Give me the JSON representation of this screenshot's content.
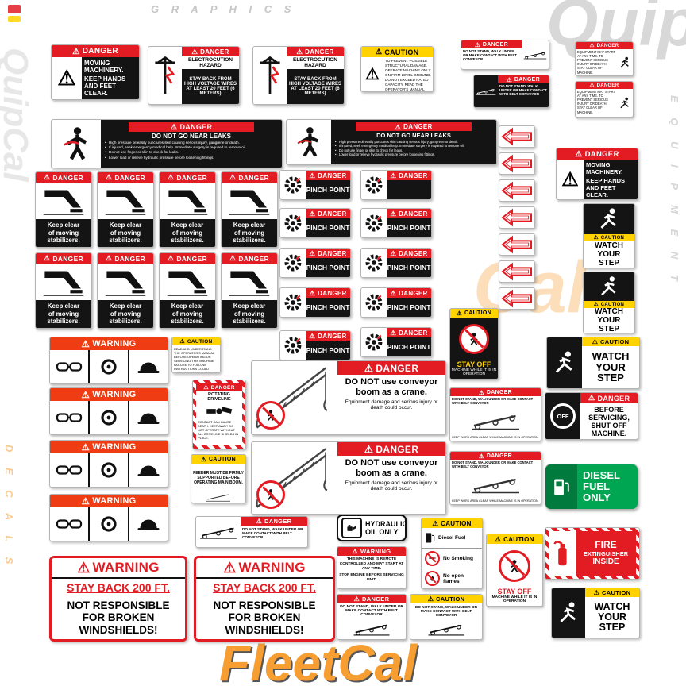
{
  "common": {
    "danger": "DANGER",
    "caution": "CAUTION",
    "warning": "WARNING"
  },
  "icons": {
    "warning_triangle": "⚠"
  },
  "watermarks": {
    "graphics": "G R A P H I C S",
    "quip": "Quip",
    "cal": "Cal",
    "fleetcal": "FleetCal",
    "quipcal": "QuipCal",
    "equipment": "E Q U I P M E N T",
    "decals": "D E C A L S"
  },
  "decals": {
    "moving": {
      "b1": "MOVING MACHINERY.",
      "b2": "KEEP HANDS AND FEET CLEAR."
    },
    "electro": {
      "t": "ELECTROCUTION HAZARD",
      "b": "STAY BACK FROM HIGH VOLTAGE WIRES AT LEAST 20 FEET (6 METERS)"
    },
    "caution_top": {
      "b": "TO PREVENT POSSIBLE STRUCTURAL DAMAGE, OPERATE MACHINE ONLY ON FIRM LEVEL GROUND. DO NOT EXCEED RATED CAPACITY. READ THE OPERATOR'S MANUAL BEFORE OPERATING."
    },
    "belt": {
      "b": "DO NOT STAND, WALK UNDER OR MAKE CONTACT WITH BELT CONVEYOR"
    },
    "equip": {
      "b": "EQUIPMENT MAY START AT ANY TIME. TO PREVENT SERIOUS INJURY OR DEATH, STAY CLEAR OF MACHINE."
    },
    "leaks": {
      "t": "DO NOT GO NEAR LEAKS",
      "b1": "High pressure oil easily punctures skin causing serious injury, gangrene or death.",
      "b2": "If injured, seek emergency medical help. Immediate surgery is required to remove oil.",
      "b3": "Do not use finger or skin to check for leaks.",
      "b4": "Lower load or relieve hydraulic pressure before loosening fittings."
    },
    "stab": {
      "b1": "Keep clear",
      "b2": "of moving",
      "b3": "stabilizers."
    },
    "pinch": {
      "b": "PINCH POINT"
    },
    "watch": {
      "b1": "WATCH",
      "b2": "YOUR",
      "b3": "STEP"
    },
    "stayoff": {
      "t": "STAY OFF",
      "b": "MACHINE WHILE IT IS IN OPERATION"
    },
    "crane": {
      "t": "DO NOT use conveyor boom as a crane.",
      "b": "Equipment damage and serious injury or death could occur."
    },
    "diag": {
      "b": "DO NOT STAND, WALK UNDER OR MAKE CONTACT WITH BELT CONVEYOR",
      "n": "KEEP WORK AREA CLEAR WHILE MACHINE IS IN OPERATION"
    },
    "off": {
      "sym": "OFF",
      "b": "BEFORE SERVICING, SHUT OFF MACHINE."
    },
    "diesel": {
      "l1": "DIESEL",
      "l2": "FUEL",
      "l3": "ONLY"
    },
    "fire": {
      "l1": "FIRE",
      "l2": "EXTINGUISHER",
      "l3": "INSIDE"
    },
    "stayback": {
      "t": "STAY BACK 200 FT.",
      "b": "NOT RESPONSIBLE FOR BROKEN WINDSHIELDS!"
    },
    "hyd": {
      "l1": "HYDRAULIC",
      "l2": "OIL ONLY"
    },
    "remote": {
      "b1": "THIS MACHINE IS REMOTE CONTROLLED AND MAY START AT ANY TIME.",
      "b2": "STOP ENGINE BEFORE SERVICING UNIT."
    },
    "fuel": {
      "r1": "Diesel Fuel",
      "r2": "No Smoking",
      "r3": "No open flames"
    },
    "driveline": {
      "t": "ROTATING DRIVELINE",
      "b": "CONTACT CAN CAUSE DEATH. KEEP AWAY! DO NOT OPERATE WITHOUT ALL DRIVELINE SHIELDS IN PLACE."
    },
    "feeder": {
      "b": "FEEDER MUST BE FIRMLY SUPPORTED BEFORE OPERATING MAIN BOOM."
    },
    "dense": {
      "b": "READ AND UNDERSTAND THE OPERATOR'S MANUAL BEFORE OPERATING OR SERVICING THIS MACHINE. FAILURE TO FOLLOW INSTRUCTIONS COULD RESULT IN SERIOUS INJURY."
    }
  }
}
